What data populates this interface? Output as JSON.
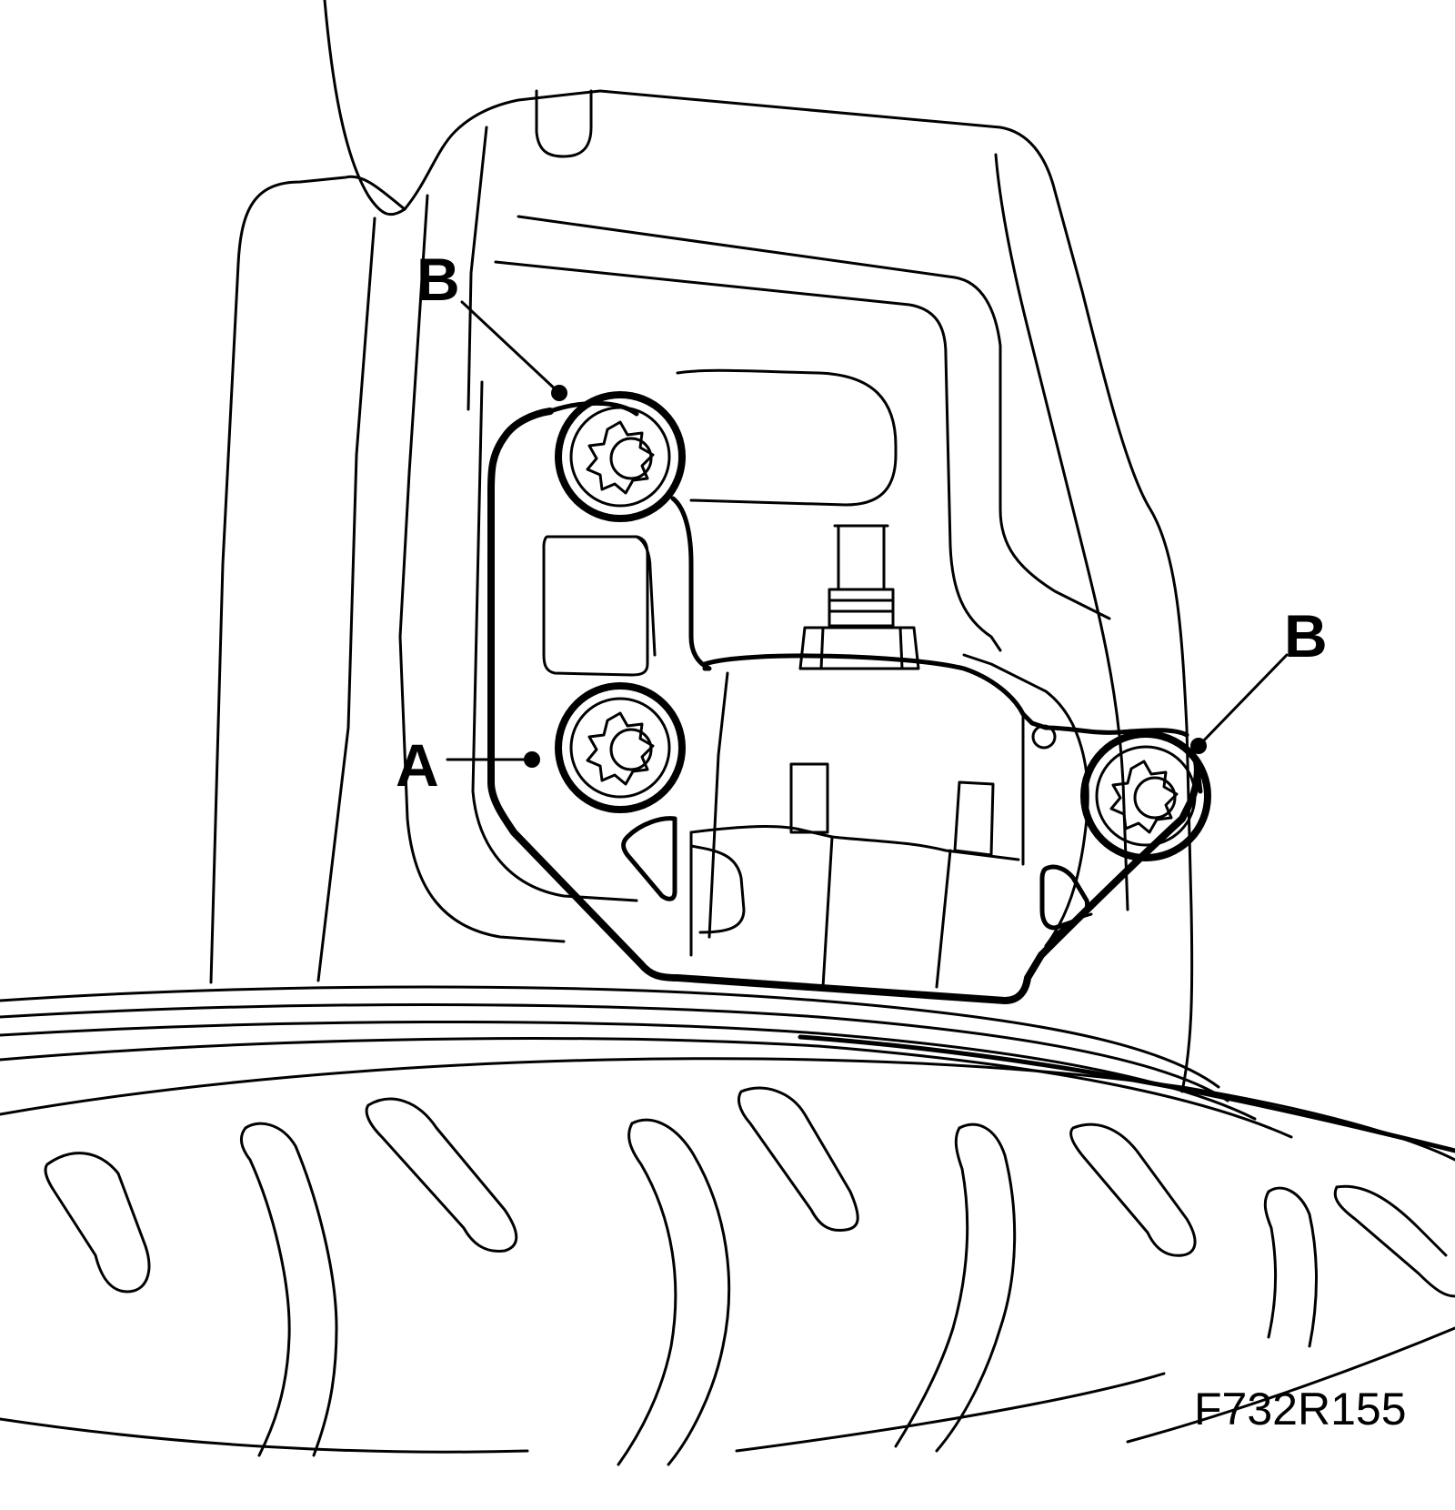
{
  "figure": {
    "code": "F732R155",
    "callouts": {
      "a": "A",
      "b_upper": "B",
      "b_right": "B"
    }
  },
  "colors": {
    "line": "#000000",
    "background": "#ffffff"
  }
}
